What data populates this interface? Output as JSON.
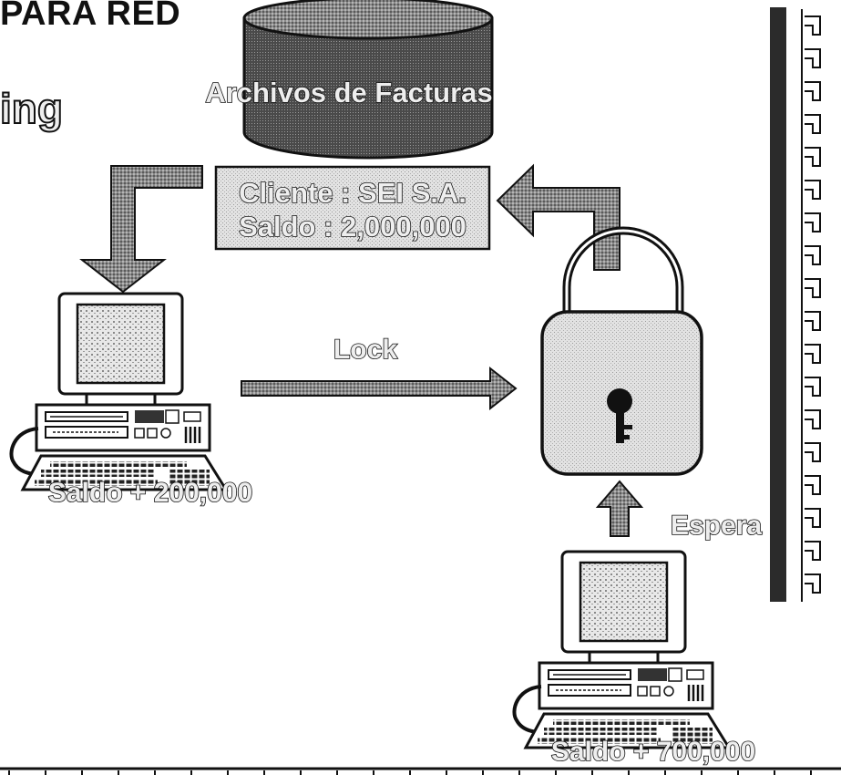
{
  "header": {
    "title": "PARA RED",
    "title_fragment": "ing"
  },
  "database": {
    "label": "Archivos de Facturas"
  },
  "record": {
    "cliente": "Cliente : SEI S.A.",
    "saldo": "Saldo : 2,000,000"
  },
  "arrows": {
    "lock": "Lock",
    "espera": "Espera"
  },
  "computers": {
    "left_label": "Saldo + 200,000",
    "bottom_label": "Saldo + 700,000"
  },
  "colors": {
    "outline": "#111111",
    "halftone_dark": "#3a3a3a",
    "halftone_light": "#d9d9d9",
    "bar": "#2b2b2b"
  },
  "icons": [
    "database-icon",
    "padlock-icon",
    "keyhole-icon",
    "desktop-computer-icon"
  ]
}
